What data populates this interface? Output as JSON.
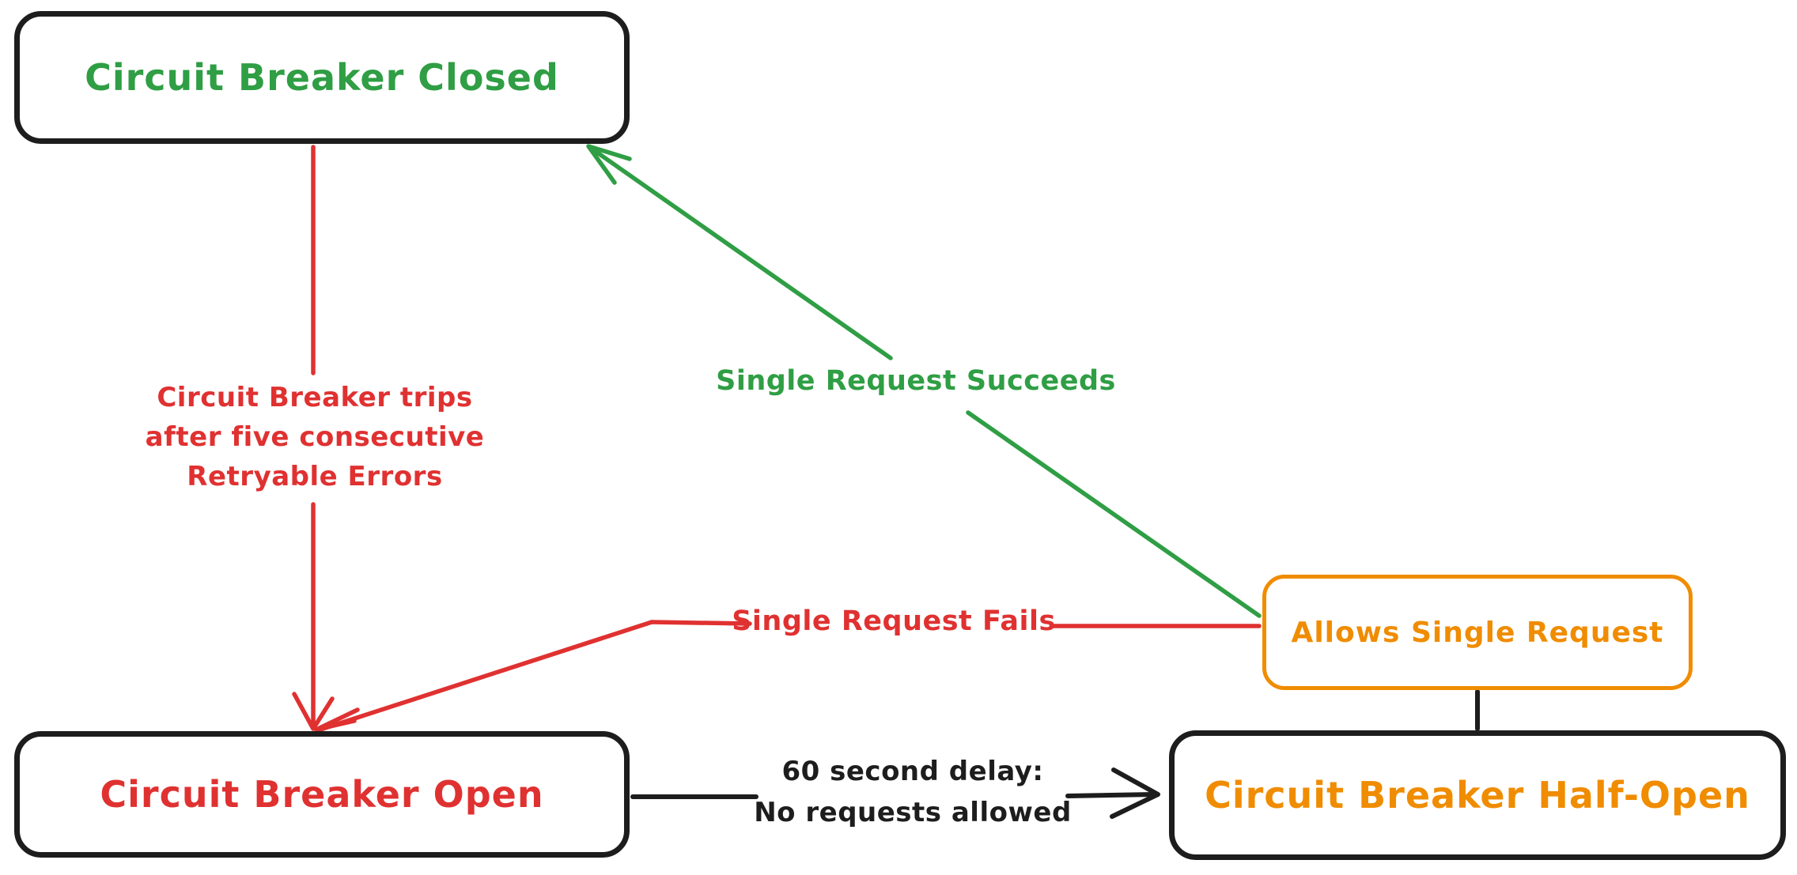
{
  "canvas": {
    "background": "#ffffff"
  },
  "colors": {
    "green": "#2f9e44",
    "red": "#e03131",
    "orange": "#f08c00",
    "black": "#1d1d1d"
  },
  "nodes": {
    "closed": {
      "label": "Circuit Breaker Closed",
      "text_color": "#2f9e44",
      "border_color": "#1d1d1d"
    },
    "open": {
      "label": "Circuit Breaker Open",
      "text_color": "#e03131",
      "border_color": "#1d1d1d"
    },
    "half_open": {
      "label": "Circuit Breaker Half-Open",
      "text_color": "#f08c00",
      "border_color": "#1d1d1d"
    },
    "allows_single_request": {
      "label": "Allows Single Request",
      "text_color": "#f08c00",
      "border_color": "#f08c00"
    }
  },
  "edges": {
    "trip": {
      "from": "closed",
      "to": "open",
      "color": "#e03131",
      "label_lines": [
        "Circuit Breaker trips",
        "after five consecutive",
        "Retryable Errors"
      ]
    },
    "succeeds": {
      "from": "allows_single_request",
      "to": "closed",
      "color": "#2f9e44",
      "label": "Single Request Succeeds"
    },
    "fails": {
      "from": "allows_single_request",
      "to": "open",
      "color": "#e03131",
      "label": "Single Request Fails"
    },
    "delay": {
      "from": "open",
      "to": "half_open",
      "color": "#1d1d1d",
      "label_lines": [
        "60 second delay:",
        "No requests allowed"
      ]
    },
    "half_open_to_allows": {
      "from": "half_open",
      "to": "allows_single_request",
      "color": "#1d1d1d",
      "label": ""
    }
  }
}
